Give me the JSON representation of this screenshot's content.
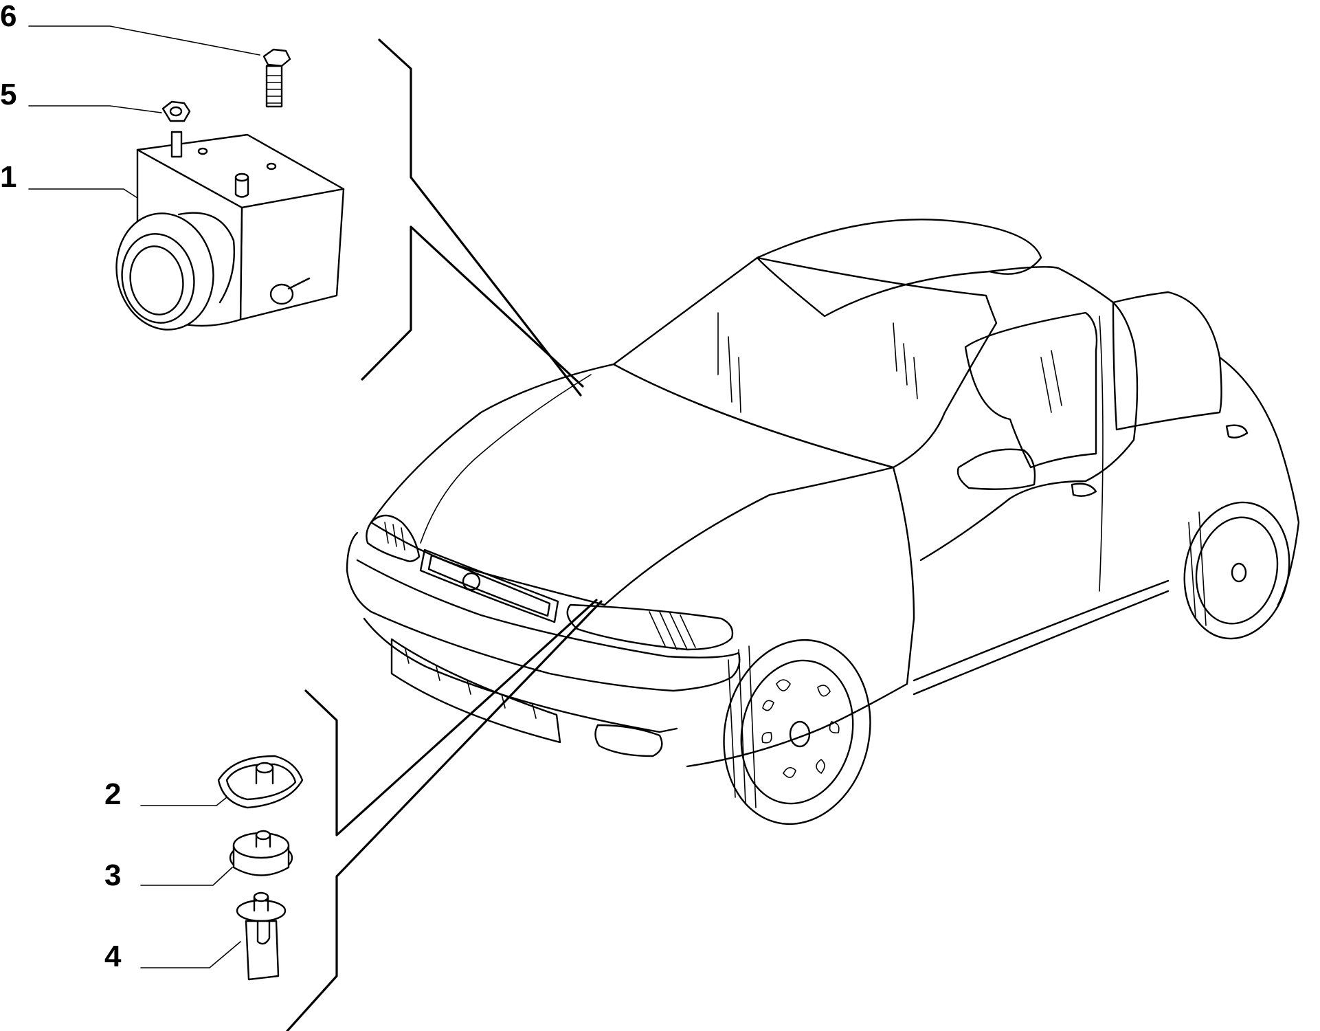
{
  "callouts": {
    "c1": "1",
    "c2": "2",
    "c3": "3",
    "c4": "4",
    "c5": "5",
    "c6": "6"
  },
  "colors": {
    "line": "#000000",
    "background": "#ffffff"
  },
  "parts": [
    {
      "ref": "1",
      "icon": "horn-unit-icon"
    },
    {
      "ref": "2",
      "icon": "spring-clip-nut-icon"
    },
    {
      "ref": "3",
      "icon": "rubber-grommet-icon"
    },
    {
      "ref": "4",
      "icon": "push-rivet-icon"
    },
    {
      "ref": "5",
      "icon": "hex-nut-icon"
    },
    {
      "ref": "6",
      "icon": "hex-bolt-icon"
    }
  ]
}
